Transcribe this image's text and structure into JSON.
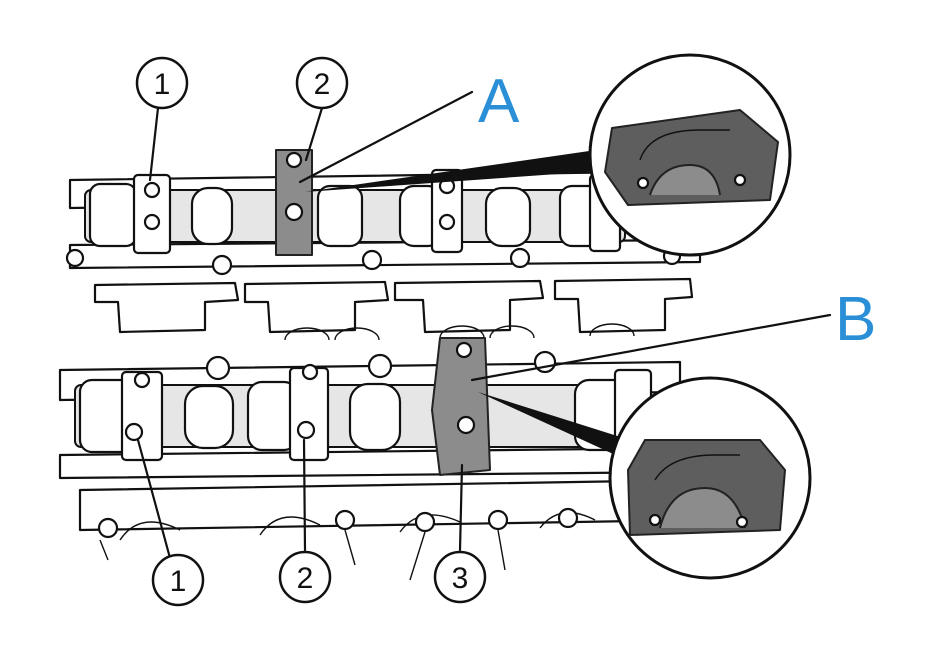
{
  "labels": {
    "A": "A",
    "B": "B",
    "top_1": "1",
    "top_2": "2",
    "bottom_1": "1",
    "bottom_2": "2",
    "bottom_3": "3"
  },
  "colors": {
    "letter_blue": "#2a8fd6",
    "tool_gray": "#8c8c8c",
    "line_black": "#111111"
  }
}
